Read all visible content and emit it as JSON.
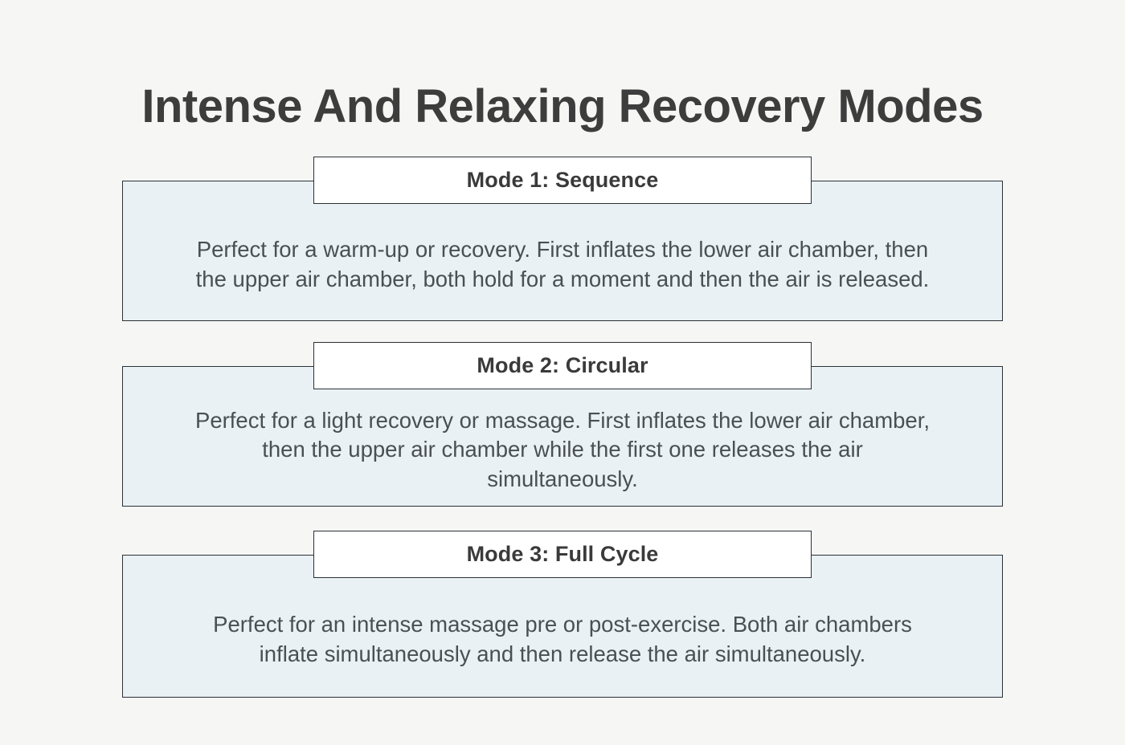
{
  "page": {
    "title": "Intense And Relaxing Recovery Modes",
    "background_color": "#f6f6f4",
    "title_color": "#3d3d3d",
    "card_body_color": "#e9f1f4",
    "card_header_color": "#ffffff",
    "border_color": "#2b3137",
    "body_text_color": "#4a4f53"
  },
  "cards": [
    {
      "header": "Mode 1: Sequence",
      "body": "Perfect for a warm-up or recovery. First inflates the lower air chamber, then the upper air chamber, both hold for a moment and then the air is released."
    },
    {
      "header": "Mode 2: Circular",
      "body": "Perfect for a light recovery or massage. First inflates the lower air chamber, then the upper air chamber while the first one releases the air simultaneously."
    },
    {
      "header": "Mode 3: Full Cycle",
      "body": "Perfect for an intense massage pre or post-exercise. Both air chambers inflate simultaneously and then release the air simultaneously."
    }
  ]
}
